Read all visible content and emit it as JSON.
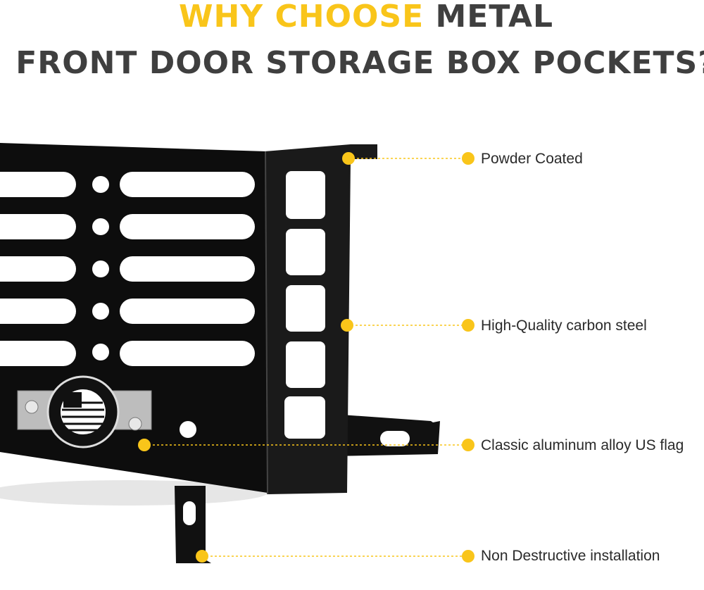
{
  "title": {
    "line1_highlight": "WHY CHOOSE",
    "line1_rest": "METAL",
    "line2": "FRONT DOOR STORAGE BOX POCKETS?"
  },
  "callouts": [
    {
      "label": "Powder Coated"
    },
    {
      "label": "High-Quality carbon steel"
    },
    {
      "label": "Classic aluminum alloy US flag"
    },
    {
      "label": "Non Destructive installation"
    }
  ],
  "colors": {
    "accent": "#f9c51a",
    "title": "#3f3f3f",
    "product": "#0d0d0d"
  }
}
